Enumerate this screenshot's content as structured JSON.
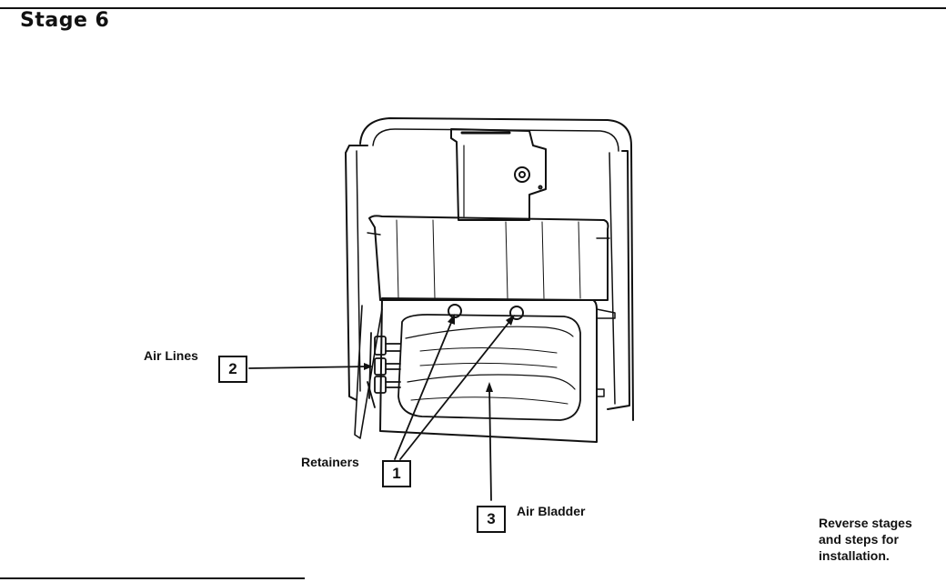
{
  "header": {
    "title": "Stage 6"
  },
  "callouts": [
    {
      "number": "1",
      "label": "Retainers"
    },
    {
      "number": "2",
      "label": "Air Lines"
    },
    {
      "number": "3",
      "label": "Air Bladder"
    }
  ],
  "note": {
    "lines": [
      "Reverse stages",
      "and steps for",
      "installation."
    ]
  }
}
